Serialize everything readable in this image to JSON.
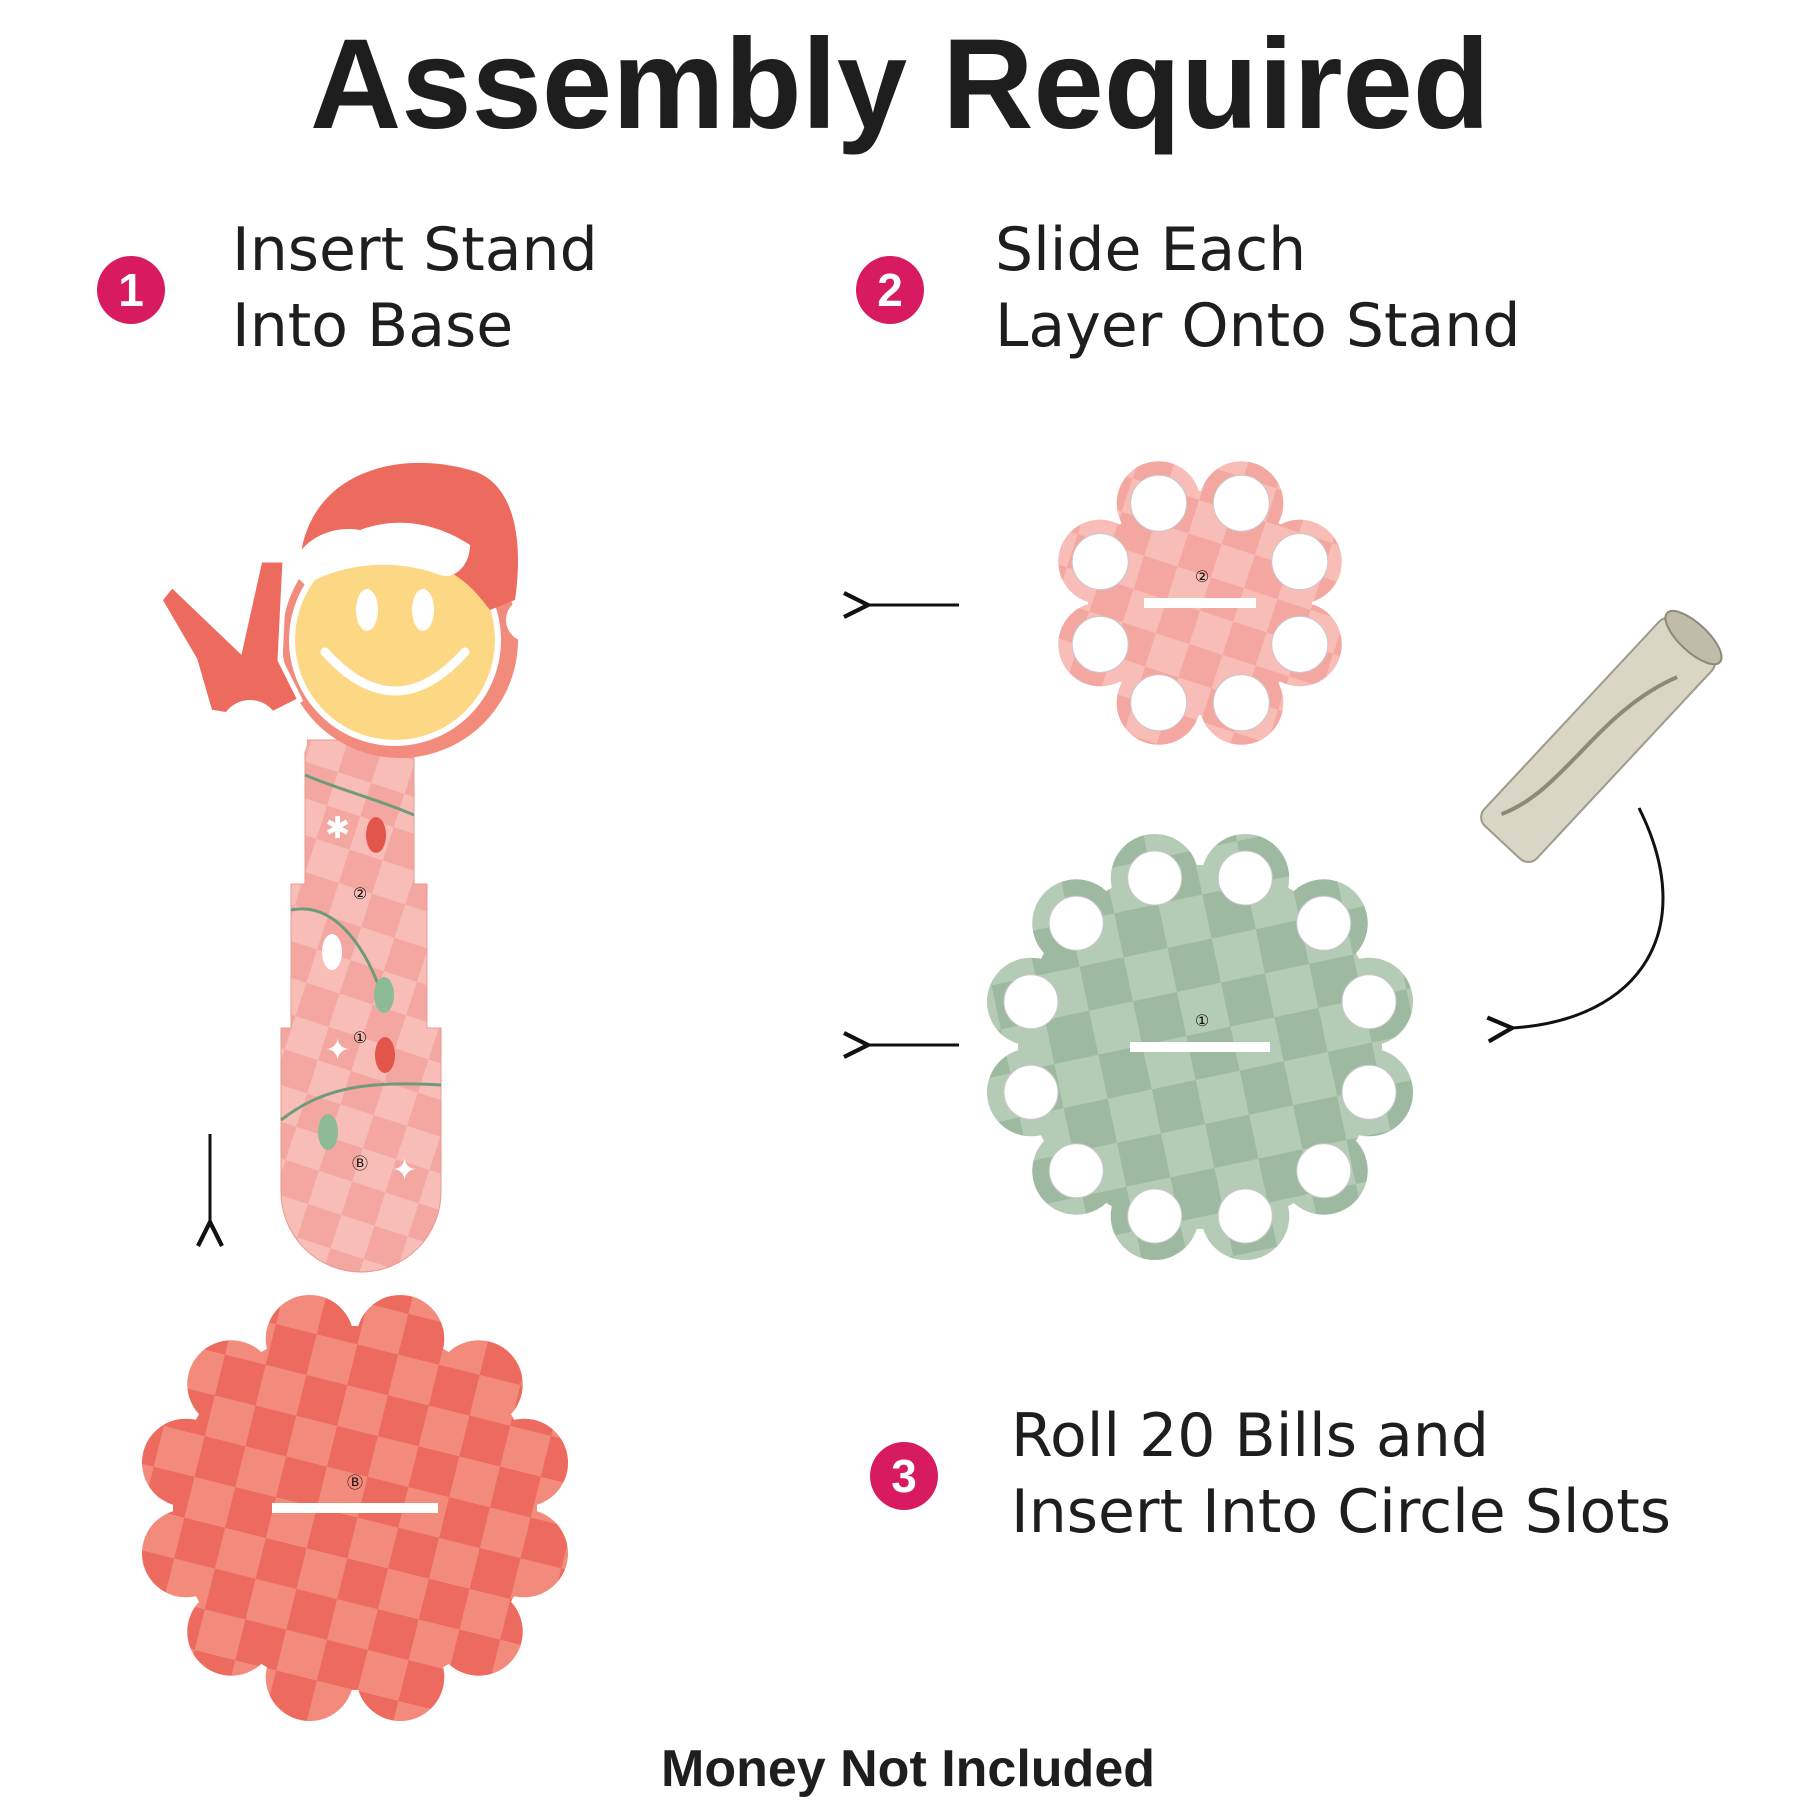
{
  "title": "Assembly Required",
  "steps": [
    {
      "number": "1",
      "lines": [
        "Insert Stand",
        "Into Base"
      ]
    },
    {
      "number": "2",
      "lines": [
        "Slide Each",
        "Layer Onto Stand"
      ]
    },
    {
      "number": "3",
      "lines": [
        "Roll 20 Bills and",
        "Insert Into Circle Slots"
      ]
    }
  ],
  "layer_labels": {
    "top_layer": "②",
    "middle_layer": "①",
    "base": "Ⓑ",
    "stand_2": "②",
    "stand_1": "①",
    "stand_b": "Ⓑ"
  },
  "footer": "Money Not Included",
  "colors": {
    "badge": "#d81b60",
    "red": "#ec6a5e",
    "pink": "#f4a7a1",
    "green": "#9dbaa1",
    "yellow": "#fcd884"
  }
}
